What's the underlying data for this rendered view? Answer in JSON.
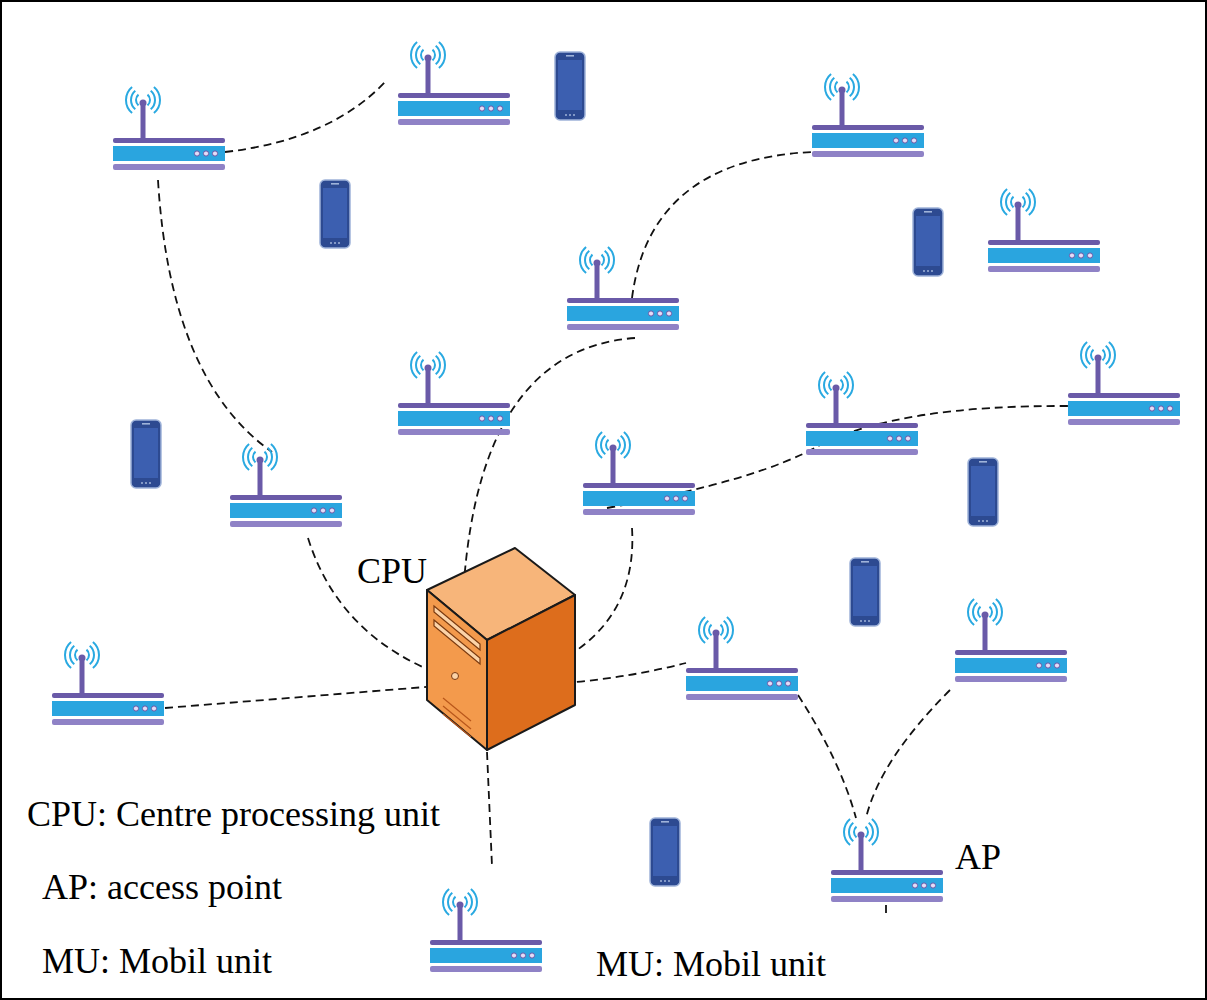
{
  "diagram": {
    "nodes": [
      {
        "text": [
          "CPU"
        ]
      },
      {
        "text": [
          "AP"
        ]
      }
    ],
    "labels": [
      "CPU: Centre processing unit",
      "AP: access point",
      "MU: Mobil unit",
      "MU: Mobil unit"
    ]
  }
}
